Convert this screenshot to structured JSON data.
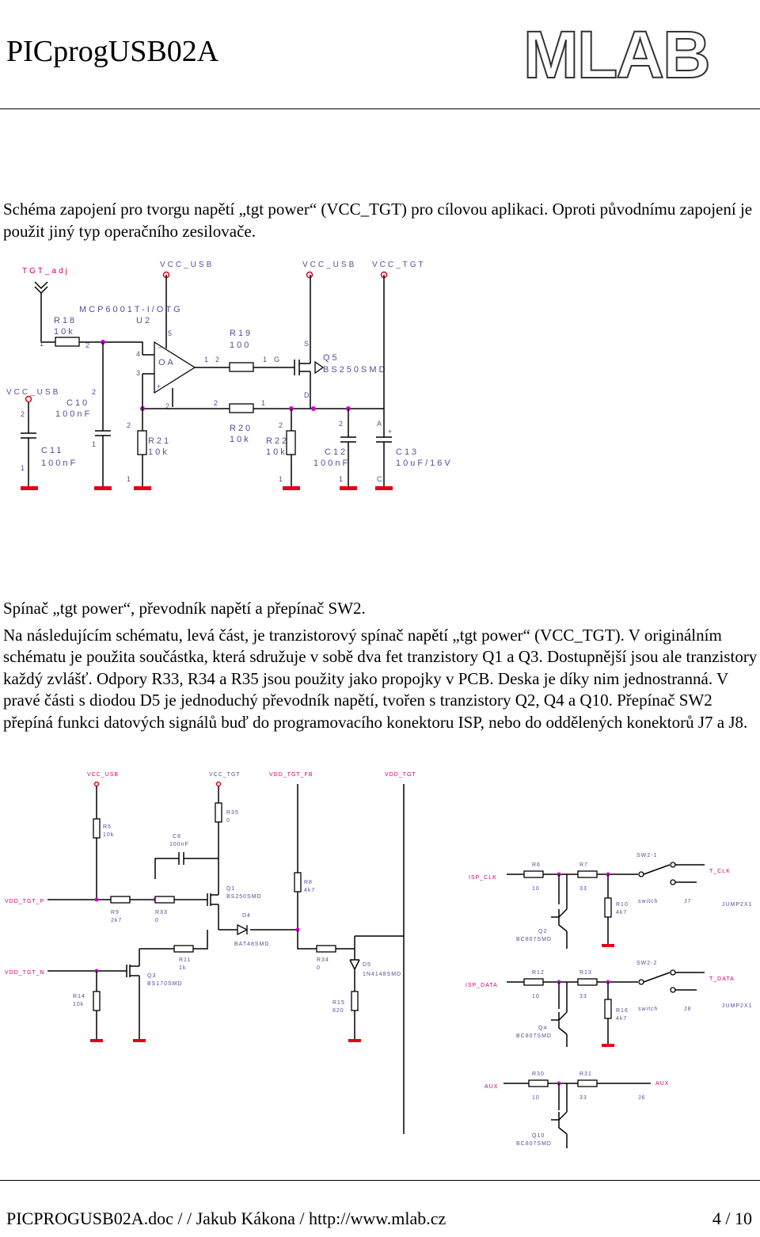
{
  "header": {
    "title": "PICprogUSB02A",
    "logo_text": "MLAB"
  },
  "intro": "Schéma zapojení pro tvorgu napětí „tgt power“ (VCC_TGT) pro cílovou aplikaci. Oproti původnímu zapojení je použit jiný typ operačního zesilovače.",
  "schematic1": {
    "nets": {
      "tgt_adj": "TGT_adj",
      "vcc_usb_a": "VCC_USB",
      "vcc_usb_b": "VCC_USB",
      "vcc_tgt": "VCC_TGT",
      "vcc_usb_left": "VCC_USB"
    },
    "components": {
      "u2_type": "MCP6001T-I/OTG",
      "u2_ref": "U2",
      "u2_body": "OA",
      "r18": "R18",
      "r18_val": "10k",
      "r19": "R19",
      "r19_val": "100",
      "r20": "R20",
      "r20_val": "10k",
      "r21": "R21",
      "r21_val": "10k",
      "r22": "R22",
      "r22_val": "10k",
      "c10": "C10",
      "c10_val": "100nF",
      "c11": "C11",
      "c11_val": "100nF",
      "c12": "C12",
      "c12_val": "100nF",
      "c13": "C13",
      "c13_val": "10uF/16V",
      "q5": "Q5",
      "q5_val": "BS250SMD"
    }
  },
  "section2": {
    "heading": "Spínač „tgt power“, převodník napětí a přepínač SW2.",
    "body": "Na následujícím schématu, levá část, je tranzistorový spínač napětí „tgt power“ (VCC_TGT). V originálním schématu je použita součástka, která sdružuje v sobě dva fet tranzistory Q1 a Q3. Dostupnější jsou ale tranzistory každý zvlášť. Odpory R33, R34 a R35 jsou použity jako propojky v PCB. Deska je díky nim jednostranná. V pravé části s diodou D5 je jednoduchý převodník napětí, tvořen s tranzistory Q2, Q4 a Q10. Přepínač SW2 přepíná funkci datových signálů buď do programovacího konektoru ISP, nebo do oddělených konektorů J7 a J8."
  },
  "schematic2": {
    "nets": {
      "vcc_usb": "VCC_USB",
      "vcc_tgt": "VCC_TGT",
      "vdd_tgt_fb": "VDD_TGT_FB",
      "vdd_tgt": "VDD_TGT",
      "vdd_tgt_p": "VDD_TGT_P",
      "vdd_tgt_n": "VDD_TGT_N",
      "isp_clk": "ISP_CLK",
      "isp_data": "ISP_DATA",
      "aux_in": "AUX",
      "aux_out": "AUX",
      "t_clk": "T_CLK",
      "t_data": "T_DATA"
    },
    "components": {
      "r5": "R5",
      "r5_val": "10k",
      "c8": "C8",
      "c8_val": "100nF",
      "r35": "R35",
      "r35_val": "0",
      "r9": "R9",
      "r9_val": "2k7",
      "r33": "R33",
      "r33_val": "0",
      "q1": "Q1",
      "q1_val": "BS250SMD",
      "d4": "D4",
      "d4_val": "BAT48SMD",
      "r8": "R8",
      "r8_val": "4k7",
      "r11": "R11",
      "r11_val": "1k",
      "q3": "Q3",
      "q3_val": "BS170SMD",
      "r14": "R14",
      "r14_val": "10k",
      "r34": "R34",
      "r34_val": "0",
      "d5": "D5",
      "d5_val": "1N4148SMD",
      "r15": "R15",
      "r15_val": "820",
      "r6": "R6",
      "r6_val": "10",
      "r7": "R7",
      "r7_val": "33",
      "r10": "R10",
      "r10_val": "4k7",
      "q2": "Q2",
      "q2_val": "BC807SMD",
      "r12": "R12",
      "r12_val": "10",
      "r13": "R13",
      "r13_val": "33",
      "r16": "R16",
      "r16_val": "4k7",
      "q4": "Q4",
      "q4_val": "BC807SMD",
      "r30": "R30",
      "r30_val": "10",
      "r31": "R31",
      "r31_val": "33",
      "q10": "Q10",
      "q10_val": "BC807SMD",
      "sw2_1": "SW2-1",
      "sw2_2": "SW2-2",
      "switch_a": "switch",
      "switch_b": "switch",
      "j7": "J7",
      "j8": "J8",
      "j6": "J6",
      "jump_a": "JUMP2X1",
      "jump_b": "JUMP2X1"
    }
  },
  "footer": {
    "left": "PICPROGUSB02A.doc / / Jakub Kákona / http://www.mlab.cz",
    "right": "4 / 10"
  }
}
